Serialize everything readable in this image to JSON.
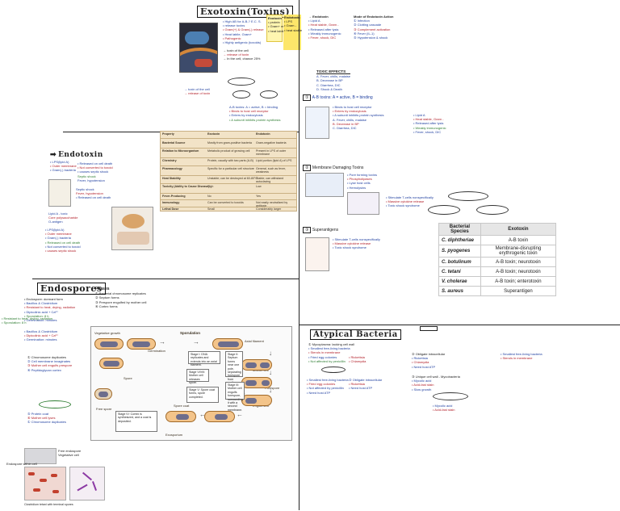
{
  "sections": {
    "exotoxins": {
      "title": "Exotoxin(Toxins)"
    },
    "endotoxin": {
      "title": "Endotoxin"
    },
    "endospores": {
      "title": "Endospores"
    },
    "phases": {
      "title": "Phases"
    },
    "atypical": {
      "title": "Atypical Bacteria"
    }
  },
  "notes": {
    "exo_top": [
      "• High AB for A-B-? E.C. S.",
      "• release toxins",
      "• Gram(+) & Gram(-) release",
      "• Heat labile, Gram+",
      "• Pathogenic",
      "• Highly antigenic (toxoids)"
    ],
    "exo_mid": [
      "→ toxin of the cell",
      "→ release of toxin",
      "→ In the cell, chance 25%"
    ],
    "exo_col3": [
      "→ Endotoxin",
      "• Lipid A",
      "• Heat stable, Gram -",
      "• Released after lysis",
      "• Weakly immunogenic",
      "• Fever, shock, DIC"
    ],
    "exo_col4": [
      "Mode of Endotoxin Action",
      "① Infection",
      "② Clotting cascade",
      "③ Complement activation",
      "④ Fever (IL-1)",
      "⑤ Hypotension & shock"
    ],
    "toxic_effects": "TOXIC EFFECTS",
    "toxic_list": [
      "A. Fever, chills, malaise",
      "B. Decrease in BP",
      "C. Diarrhea, DIC",
      "D. Shock & Death"
    ],
    "sticky1": [
      "Exotoxin",
      "• protein",
      "• Gram+ mostly",
      "• heat labile"
    ],
    "sticky2": [
      "Endotoxin",
      "• LPS",
      "• Gram -",
      "• heat stable"
    ],
    "endo_left": [
      "• LPS(lipid A)",
      "• Outer membrane",
      "• Gram(-) bacteria",
      "• Released on cell death",
      "• Not converted to toxoid",
      "• causes septic shock"
    ],
    "endo_left2": [
      "Lipid A - toxic",
      "Core polysaccharide",
      "O-antigen",
      "Septic shock",
      "Fever, hypotension"
    ],
    "ab_notes": [
      "A-B toxins: A = active, B = binding",
      "• Binds to host cell receptor",
      "• Enters by endocytosis",
      "• A subunit inhibits protein synthesis"
    ],
    "membrane": "Membrane Damaging Toxins",
    "membrane_notes": [
      "• Pore forming toxins",
      "• Phospholipases",
      "• Lyse host cells",
      "• Hemolysins"
    ],
    "superantigen": "Superantigens",
    "super_notes": [
      "• Stimulate T-cells nonspecifically",
      "• Massive cytokine release",
      "• Toxic shock syndrome"
    ],
    "endosp_notes": [
      "• Endospore: dormant form",
      "• Bacillus & Clostridium",
      "• Resistant to heat, drying, radiation",
      "• Dipicolinic acid + Ca²⁺",
      "• Sporulation: 8 h",
      "• Germination: minutes"
    ],
    "phase_notes": [
      "① Bacterial chromosome replicates",
      "② Septum forms",
      "③ Prespore engulfed by mother cell",
      "④ Cortex forms",
      "⑤ Spore coat forms",
      "⑥ Endospore released"
    ],
    "steps": [
      "① Chromosome duplicates",
      "② Cell membrane invaginates",
      "③ Mother cell engulfs prespore",
      "④ Peptidoglycan cortex",
      "⑤ Protein coat",
      "⑥ Mother cell lyses"
    ],
    "atyp_notes": [
      "① Mycoplasma: lacking cell wall",
      "• Smallest free-living bacteria",
      "• Sterols in membrane",
      "• Fried egg colonies",
      "• Not affected by penicillin"
    ],
    "atyp_notes2": [
      "② Obligate intracellular",
      "• Rickettsia",
      "• Chlamydia",
      "• Need host ATP"
    ],
    "atyp_notes3": [
      "③ Unique cell wall - Mycobacteria",
      "• Mycolic acid",
      "• Acid-fast stain",
      "• Slow growth"
    ]
  },
  "table": {
    "headers": [
      "Bacterial Species",
      "Exotoxin"
    ],
    "rows": [
      [
        "C. diphtheriae",
        "A-B toxin"
      ],
      [
        "S. pyogenes",
        "Membrane-disrupting erythrogenic toxin"
      ],
      [
        "C. botulinum",
        "A-B toxin; neurotoxin"
      ],
      [
        "C. tetani",
        "A-B toxin; neurotoxin"
      ],
      [
        "V. cholerae",
        "A-B toxin; enterotoxin"
      ],
      [
        "S. aureus",
        "Superantigen"
      ]
    ]
  },
  "tan_table": {
    "headers": [
      "Property",
      "Exotoxin",
      "Endotoxin"
    ],
    "rows": [
      [
        "Bacterial Source",
        "Mostly from gram-positive bacteria",
        "Gram-negative bacteria"
      ],
      [
        "Relation to Microorganism",
        "Metabolic product of growing cell",
        "Present in LPS of outer membrane"
      ],
      [
        "Chemistry",
        "Protein, usually with two parts (A-B)",
        "Lipid portion (lipid A) of LPS"
      ],
      [
        "Pharmacology",
        "Specific for a particular cell structure",
        "General, such as fever, weakness"
      ],
      [
        "Heat Stability",
        "Unstable; can be destroyed at 60-80°C",
        "Stable; can withstand autoclaving"
      ],
      [
        "Toxicity (Ability to Cause Disease)",
        "High",
        "Low"
      ],
      [
        "Fever-Producing",
        "No",
        "Yes"
      ],
      [
        "Immunology",
        "Can be converted to toxoids",
        "Not easily neutralized by antitoxin"
      ],
      [
        "Lethal Dose",
        "Small",
        "Considerably larger"
      ]
    ]
  },
  "sporulation": {
    "title": "Sporulation",
    "labels": {
      "veg": "Vegetative growth",
      "germ": "Germination",
      "spore": "Spore",
      "free": "Free spore",
      "axial": "Axial filament",
      "mother": "Mother cell",
      "forespore": "Forespore",
      "engulf": "Engulfment",
      "sporecoat": "Spore coat",
      "cortex": "Cortex",
      "exo": "Exosporium"
    },
    "stages": [
      "Stage I: DNA replicates and extends into an axial filament.",
      "Stage II: Septum forms near one pole, separating forespore from mother cell. Each gets a chromosome.",
      "Stage III: Mother cell engulfs forespore, surrounding it with a second membrane.",
      "Stage IV: Cortex is synthesized, and a coat is deposited.",
      "Stage V: Spore coat forms, spore completed.",
      "Stage VI/VII: Mother cell releases spore."
    ]
  },
  "legend": [
    "Free endospore",
    "Vegetative cell",
    "Endospore within cell"
  ],
  "photo_caption": "Clostridium tetani with terminal spores"
}
